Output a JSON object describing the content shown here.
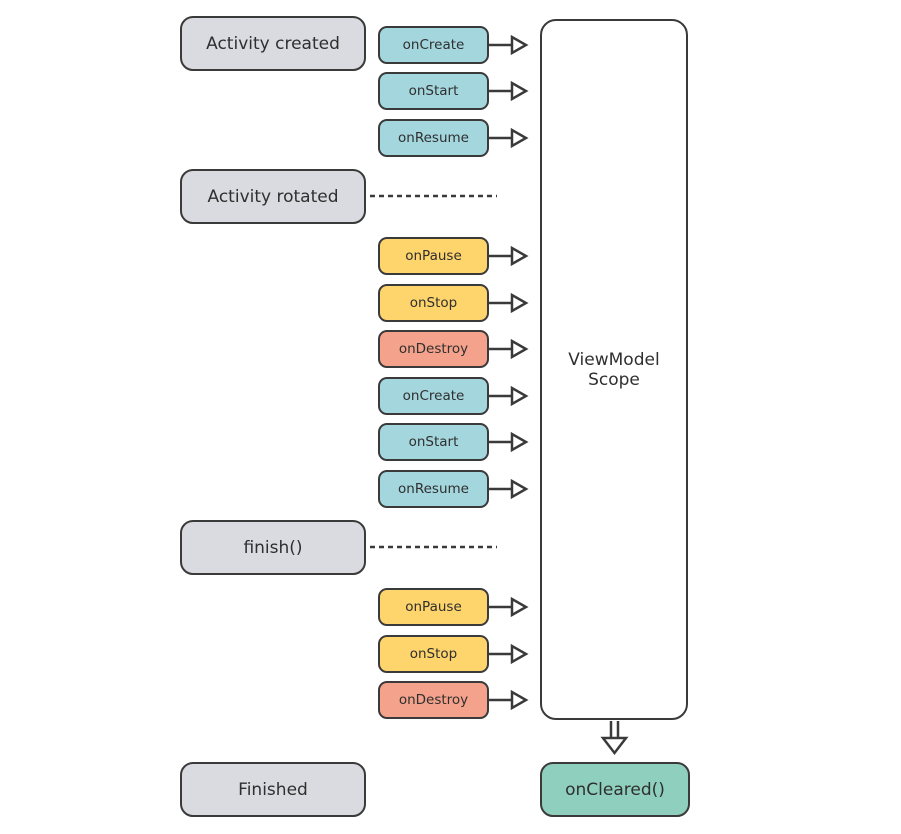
{
  "states": [
    {
      "id": "activity-created",
      "label": "Activity created"
    },
    {
      "id": "activity-rotated",
      "label": "Activity rotated"
    },
    {
      "id": "finish",
      "label": "finish()"
    },
    {
      "id": "finished",
      "label": "Finished"
    }
  ],
  "callbacks": [
    {
      "label": "onCreate",
      "color": "#a4d6de"
    },
    {
      "label": "onStart",
      "color": "#a4d6de"
    },
    {
      "label": "onResume",
      "color": "#a4d6de"
    },
    {
      "label": "onPause",
      "color": "#fed46c"
    },
    {
      "label": "onStop",
      "color": "#fed46c"
    },
    {
      "label": "onDestroy",
      "color": "#f4a28b"
    },
    {
      "label": "onCreate",
      "color": "#a4d6de"
    },
    {
      "label": "onStart",
      "color": "#a4d6de"
    },
    {
      "label": "onResume",
      "color": "#a4d6de"
    },
    {
      "label": "onPause",
      "color": "#fed46c"
    },
    {
      "label": "onStop",
      "color": "#fed46c"
    },
    {
      "label": "onDestroy",
      "color": "#f4a28b"
    }
  ],
  "viewmodel": {
    "line1": "ViewModel",
    "line2": "Scope"
  },
  "cleared": {
    "label": "onCleared()",
    "color": "#8fcfbd"
  }
}
